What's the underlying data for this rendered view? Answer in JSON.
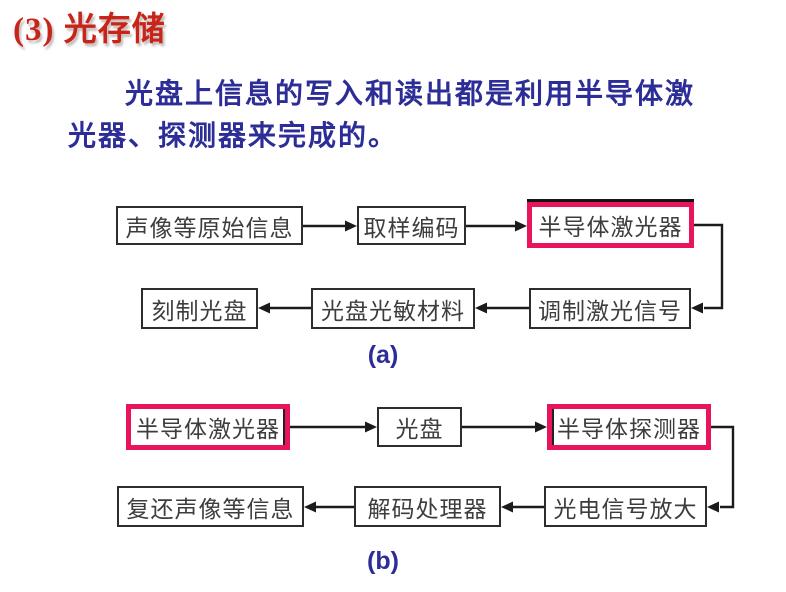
{
  "title": "(3) 光存储",
  "intro": {
    "line1": "光盘上信息的写入和读出都是利用半导体激",
    "line2": "光器、探测器来完成的。"
  },
  "colors": {
    "title_red": "#c9241a",
    "text_blue": "#2d2d97",
    "highlight_pink": "#e8155e",
    "box_border": "#2d2d2d",
    "arrow_black": "#1b1b1b",
    "background": "#ffffff"
  },
  "diagram_a": {
    "label": "(a)",
    "row1": [
      {
        "label": "声像等原始信息",
        "highlight": false
      },
      {
        "label": "取样编码",
        "highlight": false
      },
      {
        "label": "半导体激光器",
        "highlight": true
      }
    ],
    "row2": [
      {
        "label": "刻制光盘",
        "highlight": false
      },
      {
        "label": "光盘光敏材料",
        "highlight": false
      },
      {
        "label": "调制激光信号",
        "highlight": false
      }
    ]
  },
  "diagram_b": {
    "label": "(b)",
    "row1": [
      {
        "label": "半导体激光器",
        "highlight": true
      },
      {
        "label": "光盘",
        "highlight": false
      },
      {
        "label": "半导体探测器",
        "highlight": true
      }
    ],
    "row2": [
      {
        "label": "复还声像等信息",
        "highlight": false
      },
      {
        "label": "解码处理器",
        "highlight": false
      },
      {
        "label": "光电信号放大",
        "highlight": false
      }
    ]
  }
}
